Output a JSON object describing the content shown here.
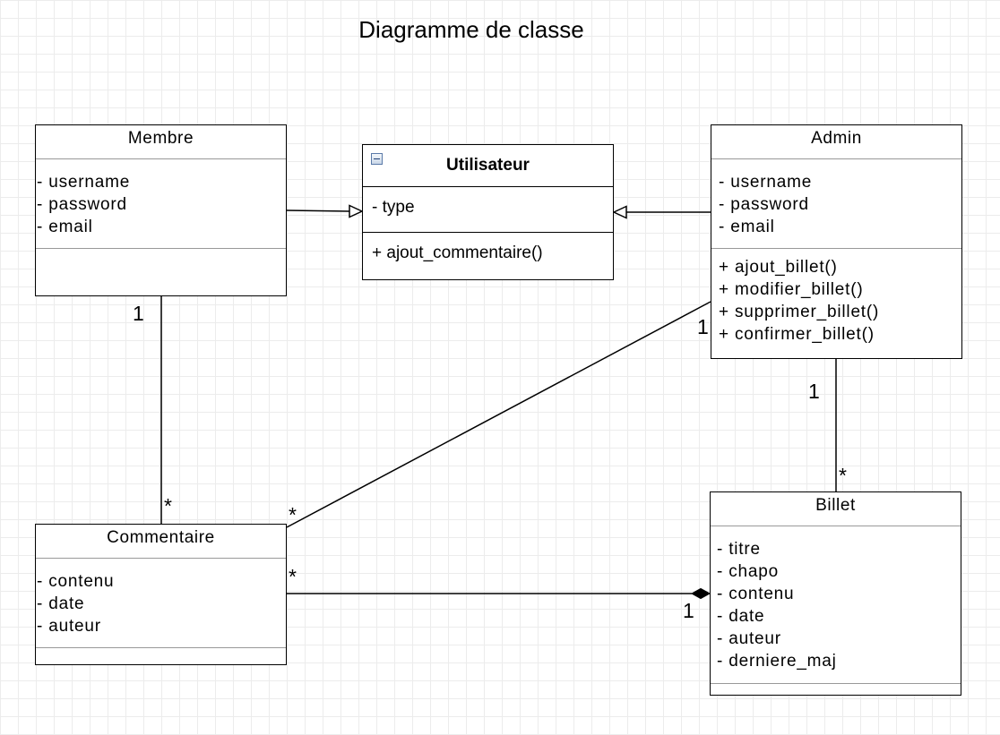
{
  "title": "Diagramme de classe",
  "classes": {
    "membre": {
      "name": "Membre",
      "attributes": [
        "- username",
        "- password",
        "- email"
      ],
      "operations": []
    },
    "utilisateur": {
      "name": "Utilisateur",
      "attributes": [
        "- type"
      ],
      "operations": [
        "+ ajout_commentaire()"
      ]
    },
    "admin": {
      "name": "Admin",
      "attributes": [
        "- username",
        "- password",
        "- email"
      ],
      "operations": [
        "+ ajout_billet()",
        "+ modifier_billet()",
        "+ supprimer_billet()",
        "+ confirmer_billet()"
      ]
    },
    "commentaire": {
      "name": "Commentaire",
      "attributes": [
        "- contenu",
        "- date",
        "- auteur"
      ],
      "operations": []
    },
    "billet": {
      "name": "Billet",
      "attributes": [
        "- titre",
        "- chapo",
        "- contenu",
        "- date",
        "- auteur",
        "- derniere_maj"
      ],
      "operations": []
    }
  },
  "relations": [
    {
      "from": "membre",
      "to": "utilisateur",
      "kind": "generalization"
    },
    {
      "from": "admin",
      "to": "utilisateur",
      "kind": "generalization"
    },
    {
      "from": "membre",
      "to": "commentaire",
      "kind": "association",
      "from_mult": "1",
      "to_mult": "*"
    },
    {
      "from": "admin",
      "to": "commentaire",
      "kind": "association",
      "from_mult": "1",
      "to_mult": "*"
    },
    {
      "from": "admin",
      "to": "billet",
      "kind": "association",
      "from_mult": "1",
      "to_mult": "*"
    },
    {
      "from": "billet",
      "to": "commentaire",
      "kind": "composition",
      "from_mult": "1",
      "to_mult": "*"
    }
  ]
}
